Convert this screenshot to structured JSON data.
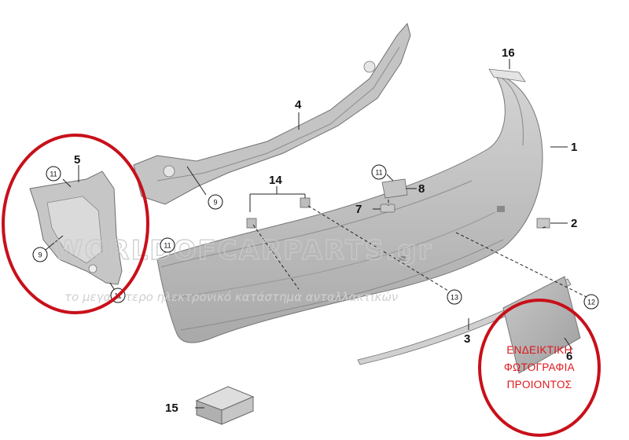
{
  "parts": {
    "p1": "1",
    "p2": "2",
    "p3": "3",
    "p4": "4",
    "p5": "5",
    "p6": "6",
    "p7": "7",
    "p8": "8",
    "p9a": "9",
    "p9b": "9",
    "p11a": "11",
    "p11b": "11",
    "p11c": "11",
    "p11d": "11",
    "p12": "12",
    "p13": "13",
    "p14": "14",
    "p15": "15",
    "p16": "16"
  },
  "watermark": {
    "brand": "WORLDOFCARPARTS.gr",
    "tagline": "το μεγαλύτερο ηλεκτρονικό κατάστημα ανταλλακτικών"
  },
  "notice": {
    "line1": "ΕΝΔΕΙΚΤΙΚΗ",
    "line2": "ΦΩΤΟΓΡΑΦΙΑ",
    "line3": "ΠΡΟΙΟΝΤΟΣ"
  },
  "colors": {
    "highlight_circle": "#c8101a",
    "notice_text": "#e0161b",
    "part_fill": "#b8b8b8"
  }
}
